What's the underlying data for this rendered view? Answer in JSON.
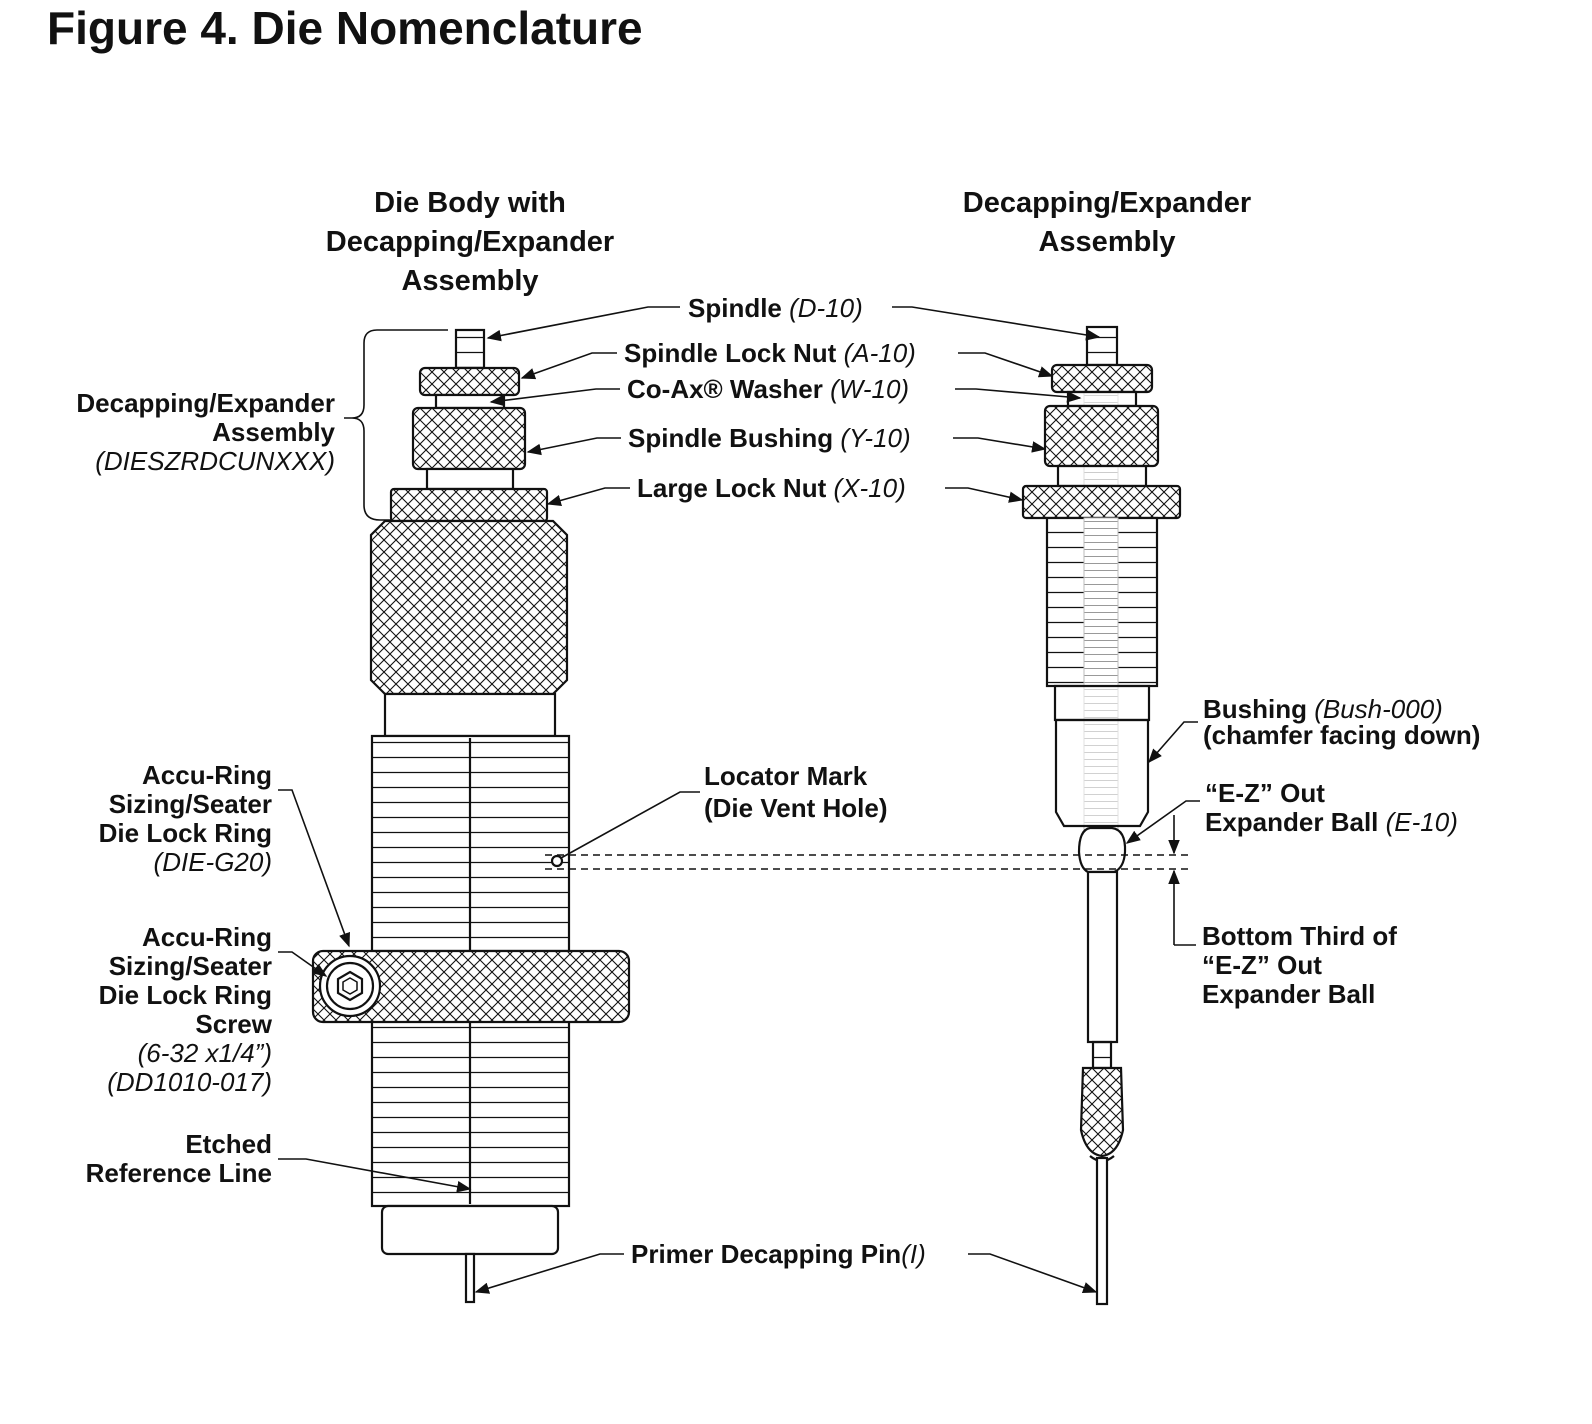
{
  "title": "Figure 4. Die Nomenclature",
  "headings": {
    "left": [
      "Die Body with",
      "Decapping/Expander",
      "Assembly"
    ],
    "right": [
      "Decapping/Expander",
      "Assembly"
    ]
  },
  "labels": {
    "spindle": {
      "name": "Spindle ",
      "code": "(D-10)"
    },
    "spindle_lock_nut": {
      "name": "Spindle Lock Nut ",
      "code": "(A-10)"
    },
    "coax_washer": {
      "name": "Co-Ax® Washer ",
      "code": "(W-10)"
    },
    "spindle_bushing": {
      "name": "Spindle Bushing ",
      "code": "(Y-10)"
    },
    "large_lock_nut": {
      "name": "Large Lock Nut ",
      "code": "(X-10)"
    },
    "assembly": {
      "line1": "Decapping/Expander",
      "line2": "Assembly",
      "code": "(DIESZRDCUNXXX)"
    },
    "accu_ring": {
      "lines": [
        "Accu-Ring",
        "Sizing/Seater",
        "Die Lock Ring"
      ],
      "code": "(DIE-G20)"
    },
    "accu_ring_screw": {
      "lines": [
        "Accu-Ring",
        "Sizing/Seater",
        "Die Lock Ring",
        "Screw"
      ],
      "codes": [
        "(6-32 x1/4”)",
        "(DD1010-017)"
      ]
    },
    "etched_line": {
      "lines": [
        "Etched",
        "Reference Line"
      ]
    },
    "locator_mark": {
      "lines": [
        "Locator Mark",
        "(Die Vent Hole)"
      ]
    },
    "bushing": {
      "name": "Bushing ",
      "code": "(Bush-000)",
      "line2": "(chamfer facing down)"
    },
    "ez_ball": {
      "line1": "“E-Z” Out",
      "line2": "Expander Ball ",
      "code": "(E-10)"
    },
    "bottom_third": {
      "lines": [
        "Bottom Third of",
        "“E-Z” Out",
        "Expander Ball"
      ]
    },
    "decap_pin": {
      "name": "Primer Decapping Pin",
      "code": "(I)"
    }
  }
}
